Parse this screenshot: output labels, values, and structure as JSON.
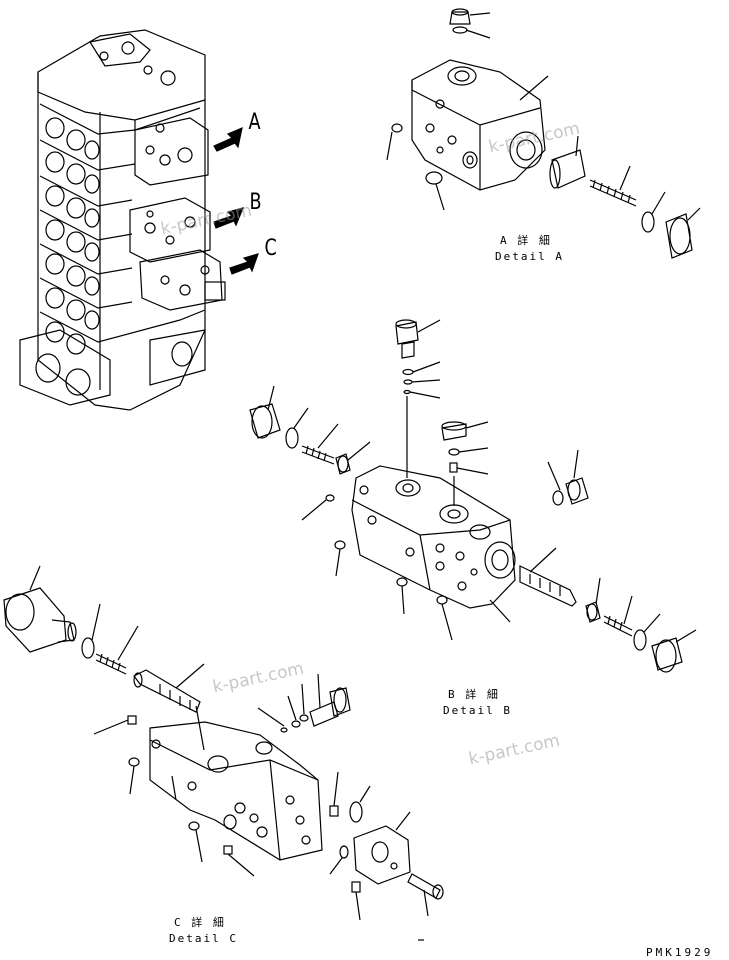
{
  "callouts": {
    "a": "A",
    "b": "B",
    "c": "C"
  },
  "details": {
    "a": {
      "jp": "A 詳 細",
      "en": "Detail A"
    },
    "b": {
      "jp": "B 詳 細",
      "en": "Detail B"
    },
    "c": {
      "jp": "C 詳 細",
      "en": "Detail C"
    }
  },
  "drawing_code": "PMK1929",
  "watermark": "k-part.com",
  "colors": {
    "line": "#000000",
    "watermark": "#9a9a9a"
  }
}
